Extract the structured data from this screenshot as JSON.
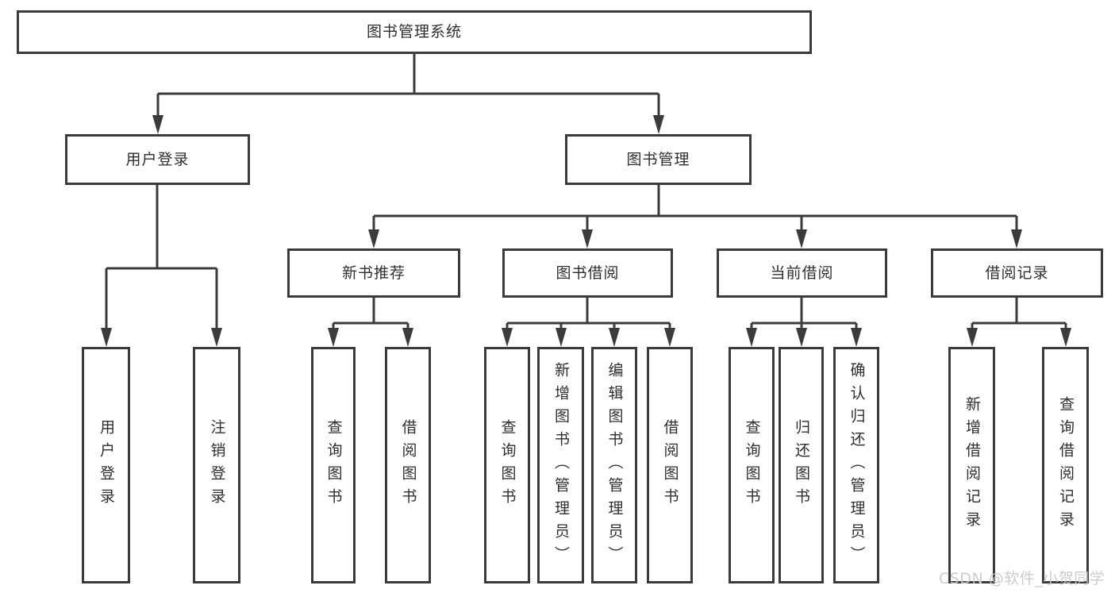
{
  "diagram": {
    "type": "hierarchy-tree"
  },
  "tree": {
    "label": "图书管理系统",
    "children": [
      {
        "label": "用户登录",
        "children": [
          {
            "label": "用户登录"
          },
          {
            "label": "注销登录"
          }
        ]
      },
      {
        "label": "图书管理",
        "children": [
          {
            "label": "新书推荐",
            "children": [
              {
                "label": "查询图书"
              },
              {
                "label": "借阅图书"
              }
            ]
          },
          {
            "label": "图书借阅",
            "children": [
              {
                "label": "查询图书"
              },
              {
                "label": "新增图书（管理员）"
              },
              {
                "label": "编辑图书（管理员）"
              },
              {
                "label": "借阅图书"
              }
            ]
          },
          {
            "label": "当前借阅",
            "children": [
              {
                "label": "查询图书"
              },
              {
                "label": "归还图书"
              },
              {
                "label": "确认归还（管理员）"
              }
            ]
          },
          {
            "label": "借阅记录",
            "children": [
              {
                "label": "新增借阅记录"
              },
              {
                "label": "查询借阅记录"
              }
            ]
          }
        ]
      }
    ]
  },
  "watermark": {
    "text": "CSDN @软件_小贺同学",
    "color": "#c9c9c9"
  },
  "colors": {
    "line": "#3b3b3b",
    "text": "#2e2e2e",
    "background": "#ffffff"
  }
}
